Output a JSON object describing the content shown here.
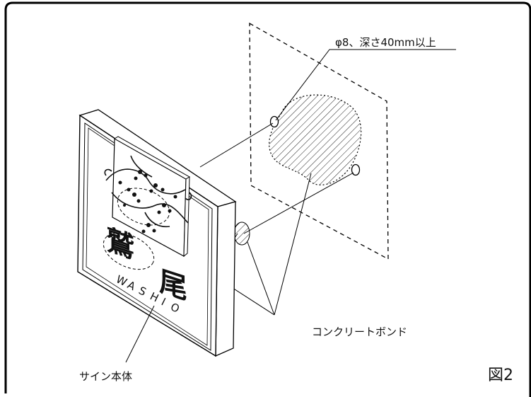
{
  "diagram": {
    "labels": {
      "drill_hole": "φ8、深さ40mm以上",
      "bond": "コンクリートボンド",
      "sign_body": "サイン本体",
      "figure": "図2"
    },
    "sign_text": {
      "kanji_top": "鷲",
      "kanji_bottom": "尾",
      "romaji": [
        "W",
        "A",
        "S",
        "H",
        "I",
        "O"
      ]
    }
  }
}
